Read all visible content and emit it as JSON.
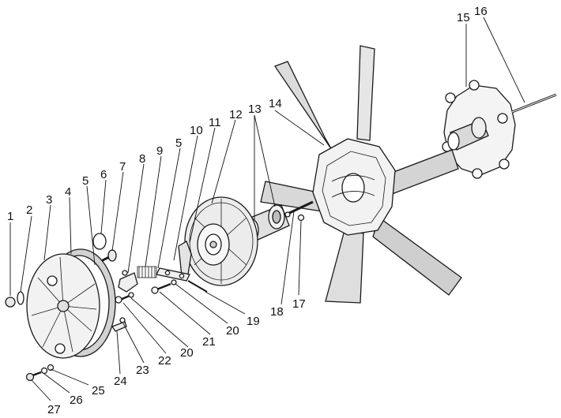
{
  "callouts": [
    "1",
    "2",
    "3",
    "4",
    "5",
    "6",
    "7",
    "8",
    "9",
    "5",
    "10",
    "11",
    "12",
    "13",
    "14",
    "15",
    "16",
    "17",
    "18",
    "19",
    "20",
    "20",
    "21",
    "22",
    "23",
    "24",
    "25",
    "26",
    "27"
  ]
}
